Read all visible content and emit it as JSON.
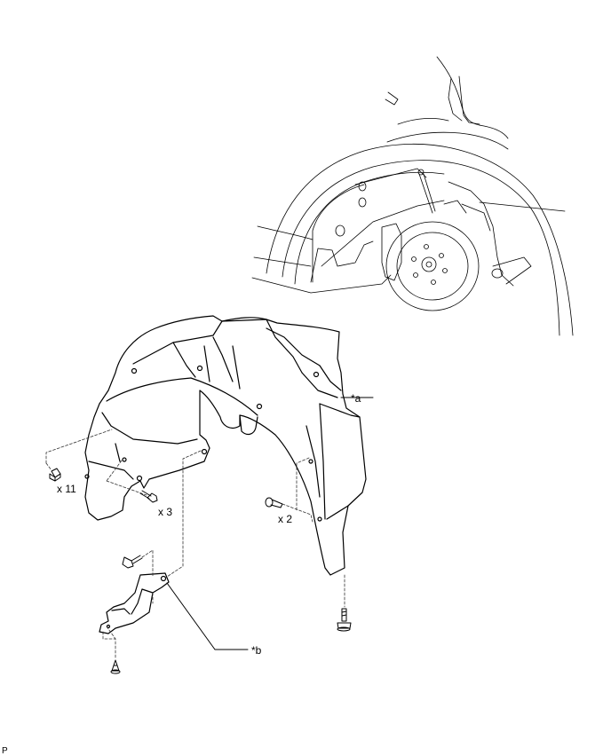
{
  "diagram": {
    "type": "exploded-parts-illustration",
    "subject": "Front fender liner removal/installation",
    "inset": "vehicle-wheel-well-with-brake-disc"
  },
  "callouts": [
    {
      "id": "a",
      "text": "*a",
      "part": "fender-liner"
    },
    {
      "id": "b",
      "text": "*b",
      "part": "liner-bracket"
    }
  ],
  "quantities": [
    {
      "part": "clip",
      "text": "x 11"
    },
    {
      "part": "screw",
      "text": "x 3"
    },
    {
      "part": "bolt-pin",
      "text": "x 2"
    }
  ],
  "figure_id": "P",
  "colors": {
    "line": "#000000",
    "background": "#ffffff",
    "dashed": "#333333"
  }
}
